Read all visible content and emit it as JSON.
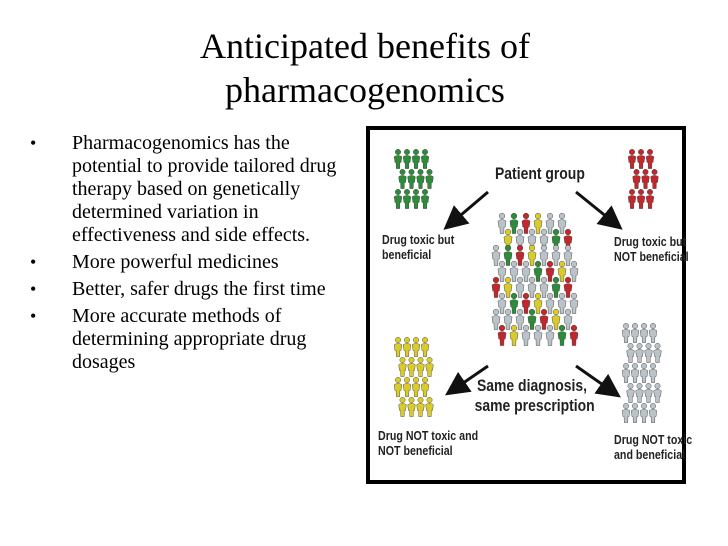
{
  "slide": {
    "title_line1": "Anticipated benefits of",
    "title_line2": "pharmacogenomics"
  },
  "bullets": [
    {
      "text": "Pharmacogenomics has the potential to provide tailored drug therapy based on genetically determined variation in effectiveness and side effects."
    },
    {
      "text": "More powerful medicines"
    },
    {
      "text": "Better, safer drugs the first time"
    },
    {
      "text": "More accurate methods of determining appropriate drug dosages"
    }
  ],
  "bullet_glyph": "•",
  "figure": {
    "patient_group": "Patient group",
    "same_diagnosis_line1": "Same diagnosis,",
    "same_diagnosis_line2": "same prescription",
    "top_left_line1": "Drug toxic but",
    "top_left_line2": "beneficial",
    "top_right_line1": "Drug toxic but",
    "top_right_line2": "NOT beneficial",
    "bottom_left_line1": "Drug NOT toxic and",
    "bottom_left_line2": "NOT beneficial",
    "bottom_right_line1": "Drug NOT toxic",
    "bottom_right_line2": "and beneficial",
    "colors": {
      "green": "#2e8b3a",
      "red": "#c0282d",
      "yellow": "#d9cc2a",
      "gray": "#b9c3c8",
      "arrow": "#111111"
    }
  }
}
